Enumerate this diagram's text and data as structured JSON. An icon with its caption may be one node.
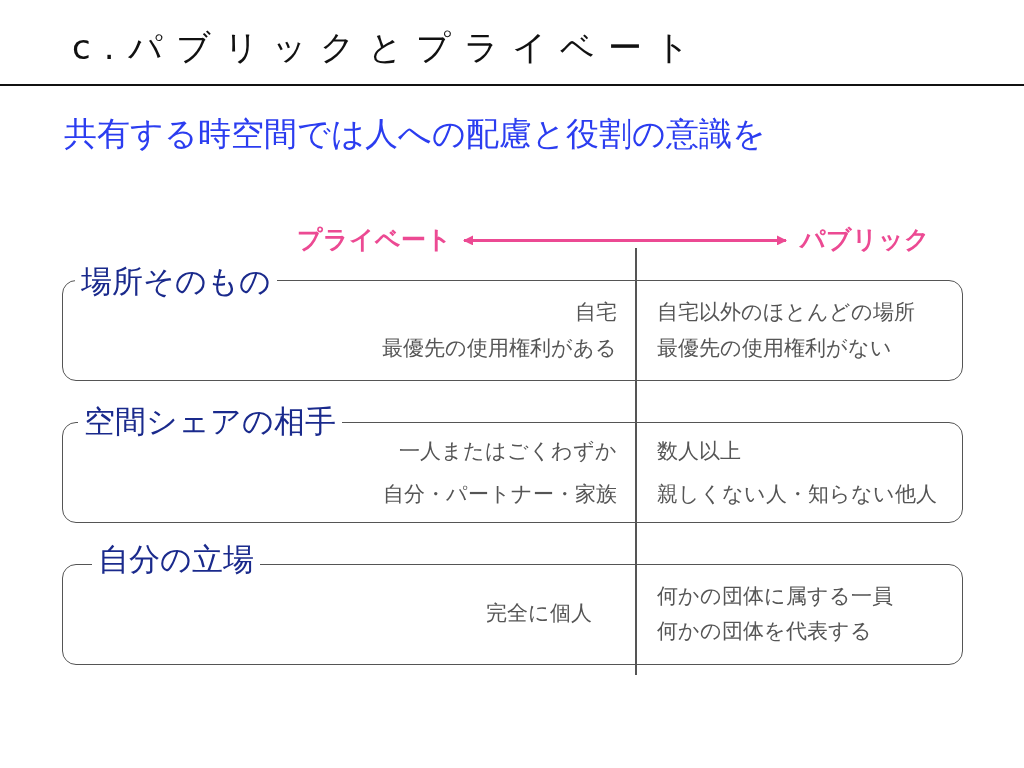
{
  "diagram": {
    "title": "c.パブリックとプライベート",
    "nodes": [
      {
        "text": [
          "プライベート"
        ]
      },
      {
        "text": [
          "パブリック"
        ]
      },
      {
        "text": [
          "場所そのもの",
          "自宅",
          "最優先の使用権利がある",
          "自宅以外のほとんどの場所",
          "最優先の使用権利がない"
        ]
      },
      {
        "text": [
          "空間シェアの相手",
          "一人またはごくわずか",
          "自分・パートナー・家族",
          "数人以上",
          "親しくない人・知らない他人"
        ]
      },
      {
        "text": [
          "自分の立場",
          "完全に個人",
          "何かの団体に属する一員",
          "何かの団体を代表する"
        ]
      }
    ],
    "edges": [
      {
        "from": 0,
        "to": 1,
        "arrow": "both",
        "color": "#ec4a93"
      }
    ],
    "labels": [
      "共有する時空間では人への配慮と役割の意識を"
    ]
  }
}
